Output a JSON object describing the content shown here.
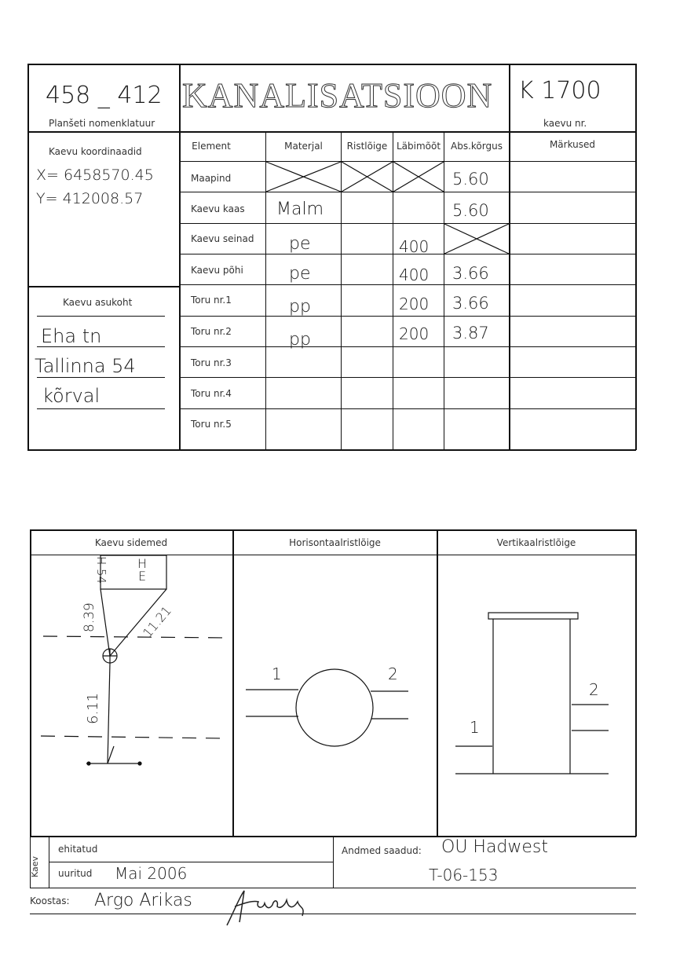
{
  "header": {
    "nomenclature_value": "458 _ 412",
    "nomenclature_label": "Planšeti nomenklatuur",
    "title": "KANALISATSIOON",
    "well_number_value": "K 1700",
    "well_number_label": "kaevu nr."
  },
  "coordinates": {
    "label": "Kaevu koordinaadid",
    "x": "X= 6458570.45",
    "y": "Y= 412008.57"
  },
  "location": {
    "label": "Kaevu asukoht",
    "lines": [
      "Eha tn",
      "Tallinna 54",
      "kõrval"
    ]
  },
  "table": {
    "headers": [
      "Element",
      "Materjal",
      "Ristlõige",
      "Läbimõõt",
      "Abs.kõrgus",
      "Märkused"
    ],
    "rows": [
      {
        "element": "Maapind",
        "material": "",
        "diameter": "",
        "height": "5.60"
      },
      {
        "element": "Kaevu kaas",
        "material": "Malm",
        "diameter": "",
        "height": "5.60"
      },
      {
        "element": "Kaevu seinad",
        "material": "pe",
        "diameter": "400",
        "height": ""
      },
      {
        "element": "Kaevu põhi",
        "material": "pe",
        "diameter": "400",
        "height": "3.66"
      },
      {
        "element": "Toru nr.1",
        "material": "pp",
        "diameter": "200",
        "height": "3.66"
      },
      {
        "element": "Toru nr.2",
        "material": "pp",
        "diameter": "200",
        "height": "3.87"
      },
      {
        "element": "Toru nr.3",
        "material": "",
        "diameter": "",
        "height": ""
      },
      {
        "element": "Toru nr.4",
        "material": "",
        "diameter": "",
        "height": ""
      },
      {
        "element": "Toru nr.5",
        "material": "",
        "diameter": "",
        "height": ""
      }
    ]
  },
  "diagrams": {
    "panel1_title": "Kaevu sidemed",
    "panel2_title": "Horisontaalristlõige",
    "panel3_title": "Vertikaalristlõige",
    "building_label_1": "H 54",
    "building_label_2": "H E",
    "dim_1": "8.39",
    "dim_2": "11.21",
    "dim_3": "6.11",
    "pipe_1": "1",
    "pipe_2": "2"
  },
  "footer": {
    "side_label": "Kaev",
    "built_label": "ehitatud",
    "surveyed_label": "uuritud",
    "surveyed_value": "Mai 2006",
    "data_label": "Andmed saadud:",
    "data_value": "OÜ Hadwest",
    "data_code": "T-06-153",
    "author_label": "Koostas:",
    "author_value": "Argo Arikas"
  }
}
